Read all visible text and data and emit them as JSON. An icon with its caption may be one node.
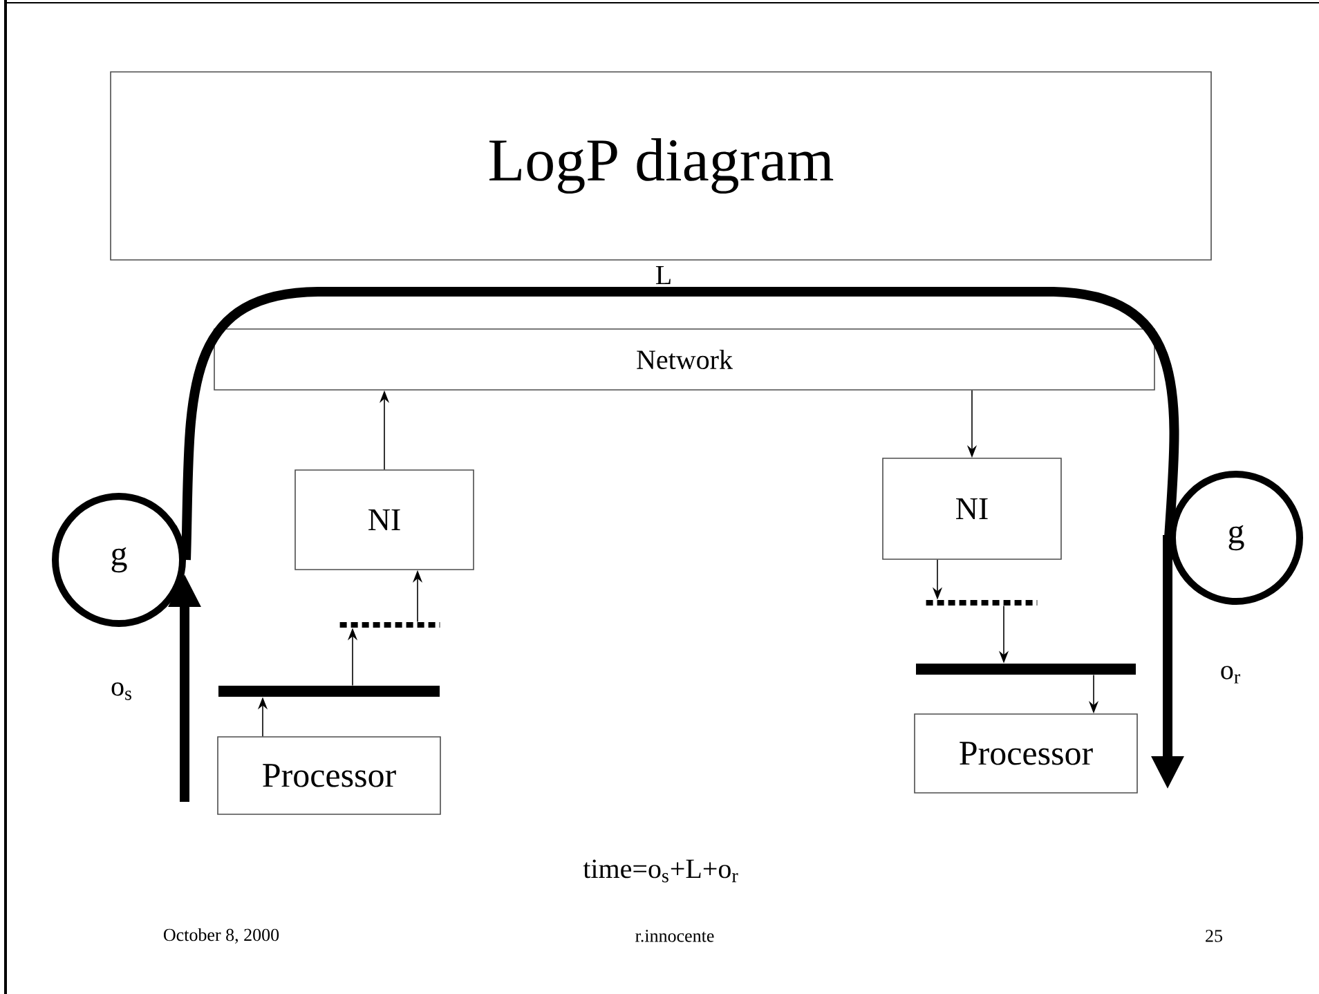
{
  "diagram": {
    "title": "LogP diagram",
    "nodes": [
      {
        "text": [
          "Network"
        ]
      },
      {
        "text": [
          "NI"
        ]
      },
      {
        "text": [
          "NI"
        ]
      },
      {
        "text": [
          "Processor"
        ]
      },
      {
        "text": [
          "Processor"
        ]
      },
      {
        "text": [],
        "shape": "bar"
      },
      {
        "text": [],
        "shape": "line"
      },
      {
        "text": [],
        "shape": "line"
      },
      {
        "text": [],
        "shape": "bar"
      },
      {
        "text": [
          "g"
        ]
      },
      {
        "text": [
          "g"
        ]
      }
    ],
    "edges": [
      {
        "from": 3,
        "to": 5,
        "arrow": "to"
      },
      {
        "from": 5,
        "to": 6,
        "arrow": "to"
      },
      {
        "from": 6,
        "to": 1,
        "arrow": "to"
      },
      {
        "from": 1,
        "to": 0,
        "arrow": "to"
      },
      {
        "from": 0,
        "to": 2,
        "arrow": "to"
      },
      {
        "from": 2,
        "to": 7,
        "arrow": "to"
      },
      {
        "from": 7,
        "to": 8,
        "arrow": "to"
      },
      {
        "from": 8,
        "to": 4,
        "arrow": "to"
      },
      {
        "from": 9,
        "to": 10,
        "arrow": "none",
        "label": "L",
        "style": "thick"
      },
      {
        "from": null,
        "to": 9,
        "arrow": "to",
        "label": "o$_{s}$",
        "style": "thick"
      },
      {
        "from": 10,
        "to": null,
        "arrow": "to",
        "label": "o$_{r}$",
        "style": "thick"
      }
    ],
    "labels": [
      "time=o$_{s}$+L+o$_{r}$",
      "October 8, 2000",
      "r.innocente",
      "25"
    ]
  }
}
